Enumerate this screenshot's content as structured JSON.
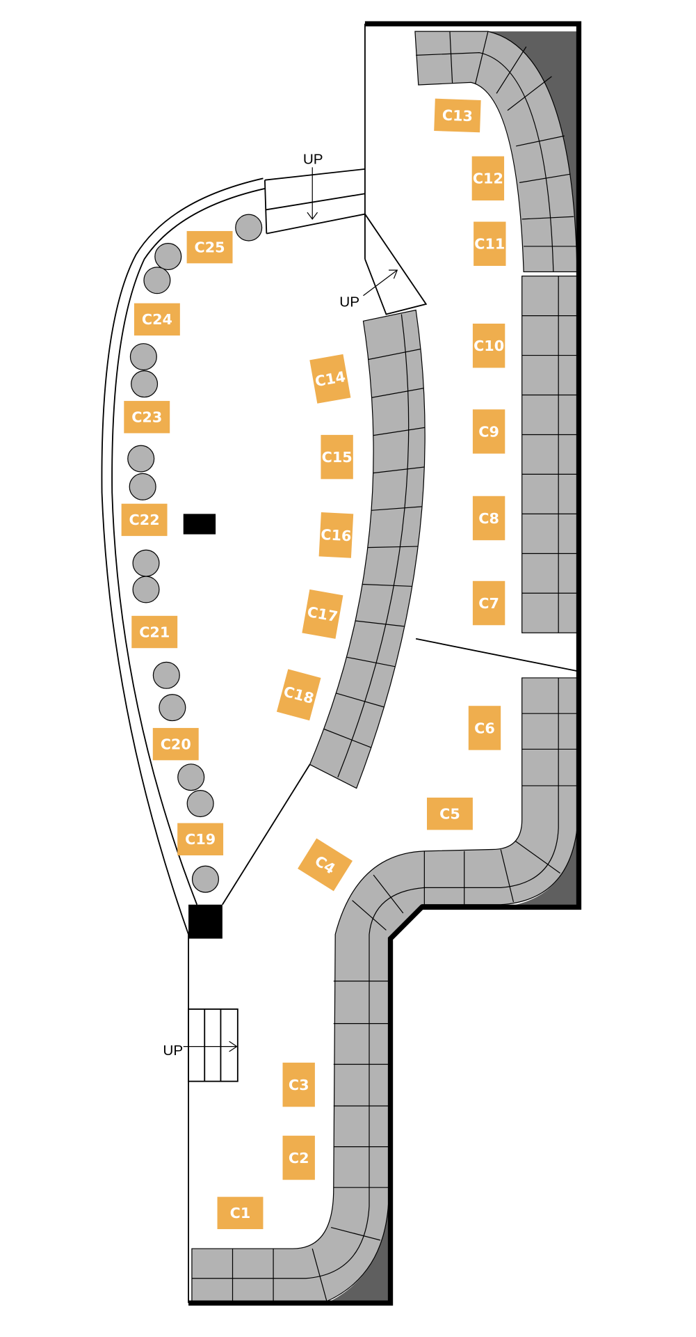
{
  "colors": {
    "label_fill": "#EFAE4E",
    "seat_fill": "#B3B3B3",
    "shade_fill": "#5F5F5F",
    "wall": "#000000"
  },
  "stairs": {
    "upper_walkway": "UP",
    "upper_ramp": "UP",
    "lower_left": "UP"
  },
  "labels": [
    "C1",
    "C2",
    "C3",
    "C4",
    "C5",
    "C6",
    "C7",
    "C8",
    "C9",
    "C10",
    "C11",
    "C12",
    "C13",
    "C14",
    "C15",
    "C16",
    "C17",
    "C18",
    "C19",
    "C20",
    "C21",
    "C22",
    "C23",
    "C24",
    "C25"
  ]
}
